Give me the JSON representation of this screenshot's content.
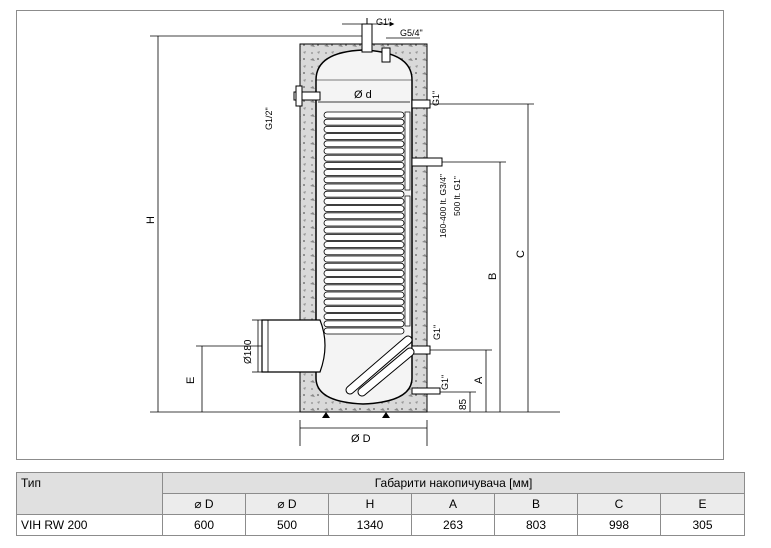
{
  "drawing": {
    "labels": {
      "top_inlet": "G1\"",
      "top_outlet": "G5/4\"",
      "anode": "G1\"",
      "side_left": "G1/2\"",
      "inner_diameter": "Ø d",
      "spiral_size_1": "160-400 lt. G3/4\"",
      "spiral_size_2": "500 lt. G1\"",
      "flange": "Ø180",
      "bottom_g1_a": "G1\"",
      "bottom_g1_b": "G1\"",
      "outer_diameter": "Ø D",
      "dim_H": "H",
      "dim_E": "E",
      "dim_C": "C",
      "dim_B": "B",
      "dim_A": "A",
      "dim_85": "85"
    }
  },
  "table": {
    "type_header": "Тип",
    "group_header": "Габарити накопичувача [мм]",
    "columns": [
      "⌀ D",
      "⌀ D",
      "H",
      "A",
      "B",
      "C",
      "E"
    ],
    "rows": [
      {
        "type": "VIH RW 200",
        "values": [
          "600",
          "500",
          "1340",
          "263",
          "803",
          "998",
          "305"
        ]
      }
    ]
  }
}
